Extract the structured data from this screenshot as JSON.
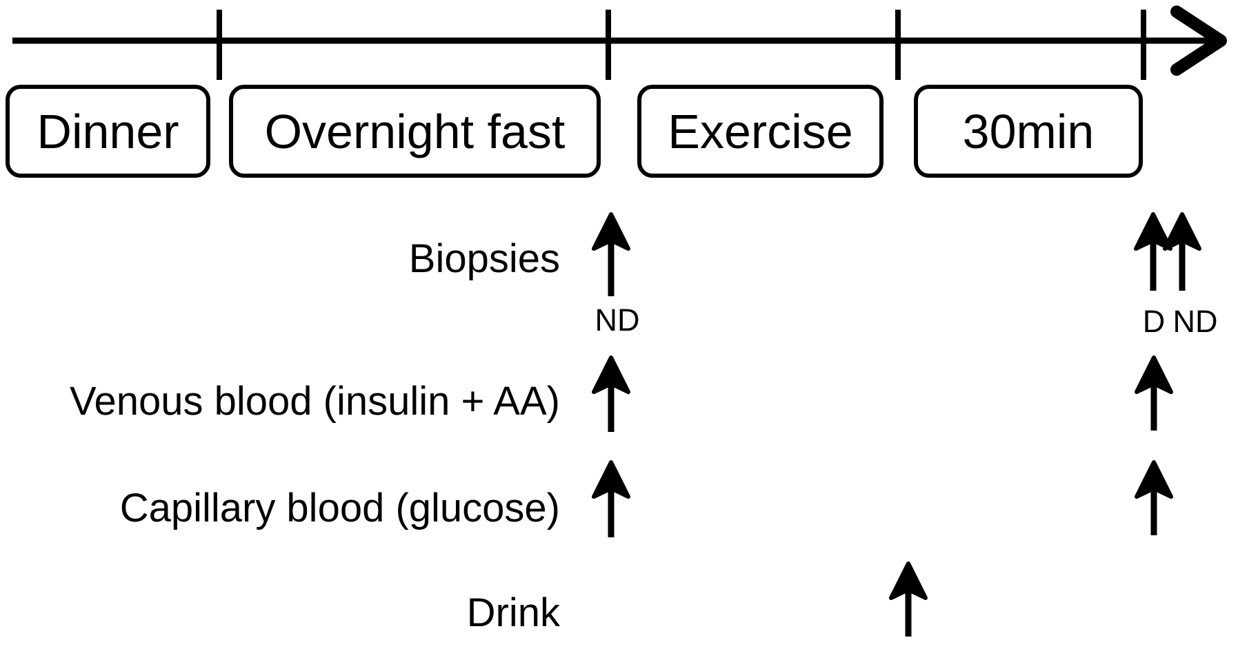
{
  "figure": {
    "kind": "study-design-timeline",
    "background_color": "#ffffff",
    "ink_color": "#000000"
  },
  "timeline": {
    "phases": [
      {
        "id": "dinner",
        "label": "Dinner"
      },
      {
        "id": "overnight-fast",
        "label": "Overnight fast"
      },
      {
        "id": "exercise",
        "label": "Exercise"
      },
      {
        "id": "recovery-30min",
        "label": "30min"
      }
    ]
  },
  "rows": [
    {
      "id": "biopsies",
      "label": "Biopsies",
      "markers": [
        {
          "timepoint": "end of overnight fast",
          "tag": "ND"
        },
        {
          "timepoint": "30 min after exercise",
          "tag": "D"
        },
        {
          "timepoint": "30 min after exercise",
          "tag": "ND"
        }
      ]
    },
    {
      "id": "venous-blood",
      "label": "Venous blood (insulin + AA)",
      "markers": [
        {
          "timepoint": "end of overnight fast"
        },
        {
          "timepoint": "30 min after exercise"
        }
      ]
    },
    {
      "id": "capillary-blood",
      "label": "Capillary blood (glucose)",
      "markers": [
        {
          "timepoint": "end of overnight fast"
        },
        {
          "timepoint": "30 min after exercise"
        }
      ]
    },
    {
      "id": "drink",
      "label": "Drink",
      "markers": [
        {
          "timepoint": "end of exercise"
        }
      ]
    }
  ],
  "annotations": {
    "post_fast_biopsy": "ND",
    "post_trial_biopsy_first": "D",
    "post_trial_biopsy_second": "ND"
  }
}
